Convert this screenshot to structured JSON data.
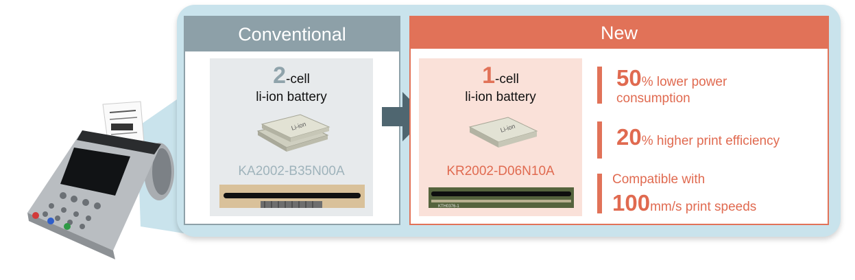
{
  "conventional": {
    "header": "Conventional",
    "cells_number": "2",
    "cells_suffix": "-cell",
    "battery_text": "li-ion battery",
    "battery_label": "Li-ion",
    "part_number": "KA2002-B35N00A"
  },
  "new": {
    "header": "New",
    "cells_number": "1",
    "cells_suffix": "-cell",
    "battery_text": "li-ion battery",
    "battery_label": "Li-ion",
    "part_number": "KR2002-D06N10A",
    "head_code": "KTH0376-1",
    "features": [
      {
        "number": "50",
        "text_a": "% lower power",
        "text_b": "consumption"
      },
      {
        "number": "20",
        "text_a": "% higher print efficiency"
      },
      {
        "pre": "Compatible with",
        "number": "100",
        "text_a": "mm/s print speeds"
      }
    ]
  },
  "colors": {
    "frame": "#c9e3ec",
    "conventional": "#8da0a8",
    "new": "#e17258",
    "new_card": "#fae1d9",
    "conventional_card": "#e7eaec"
  }
}
